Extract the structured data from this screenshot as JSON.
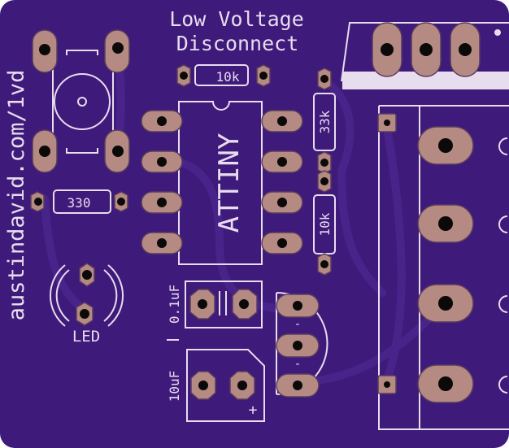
{
  "title_line1": "Low Voltage",
  "title_line2": "Disconnect",
  "url_text": "austindavid.com/1vd",
  "labels": {
    "r_top": "10k",
    "r_left": "330",
    "r_right_top": "33k",
    "r_right_bottom": "10k",
    "ic": "ATTINY",
    "cap_top": "0.1uF",
    "cap_bottom": "10uF",
    "led": "LED",
    "plus": "+",
    "minus": "-"
  },
  "colors": {
    "board": "#3e1a7a",
    "trace": "#48248a",
    "silkscreen": "#e8dcef",
    "pad": "#b48a82",
    "drill": "#0b0a08"
  }
}
